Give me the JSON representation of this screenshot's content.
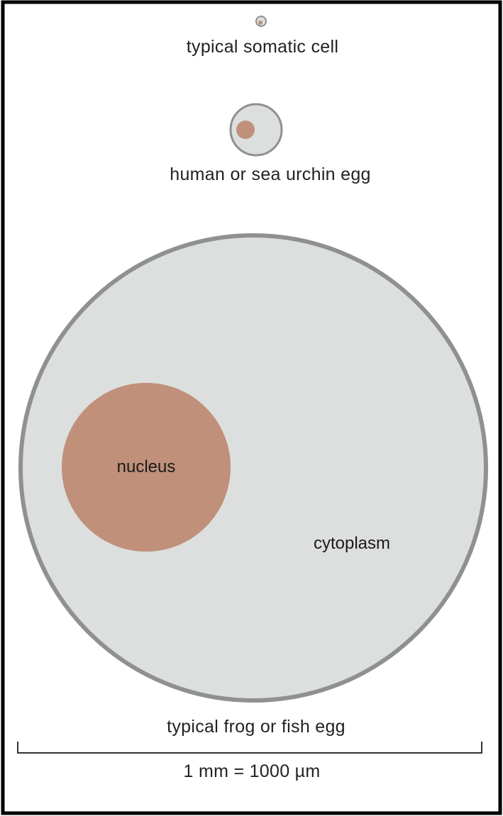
{
  "cells": {
    "somatic": {
      "label": "typical somatic cell"
    },
    "human_egg": {
      "label": "human or sea urchin egg"
    },
    "frog_egg": {
      "label": "typical frog or fish egg",
      "nucleus_label": "nucleus",
      "cytoplasm_label": "cytoplasm"
    }
  },
  "scale_bar": {
    "label": "1 mm = 1000 µm"
  },
  "colors": {
    "cytoplasm_fill": "#dcdfdd",
    "membrane": "#8e918f",
    "nucleus_fill": "#c0907a",
    "border": "#000000"
  }
}
